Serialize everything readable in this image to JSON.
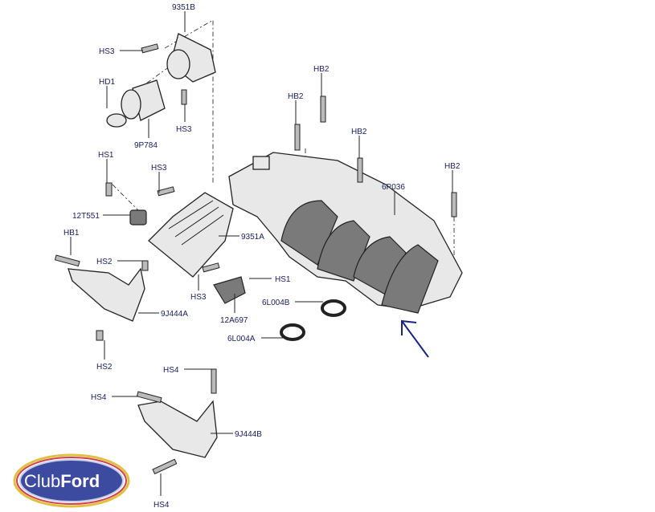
{
  "labels": [
    "9351B",
    "HS3",
    "HD1",
    "HS3",
    "9P784",
    "HS1",
    "HS3",
    "12T551",
    "HB1",
    "HS2",
    "9J444A",
    "HS2",
    "HB2",
    "HB2",
    "HB2",
    "HB2",
    "6P036",
    "9351A",
    "HS1",
    "HS3",
    "6L004B",
    "12A697",
    "6L004A",
    "HS4",
    "HS4",
    "9J444B",
    "HS4"
  ],
  "logo": {
    "club": "Club",
    "ford": "Ford"
  },
  "colors": {
    "label": "#1a2060",
    "arrow": "#1a237e",
    "logo_blue": "#3c4ba0"
  }
}
